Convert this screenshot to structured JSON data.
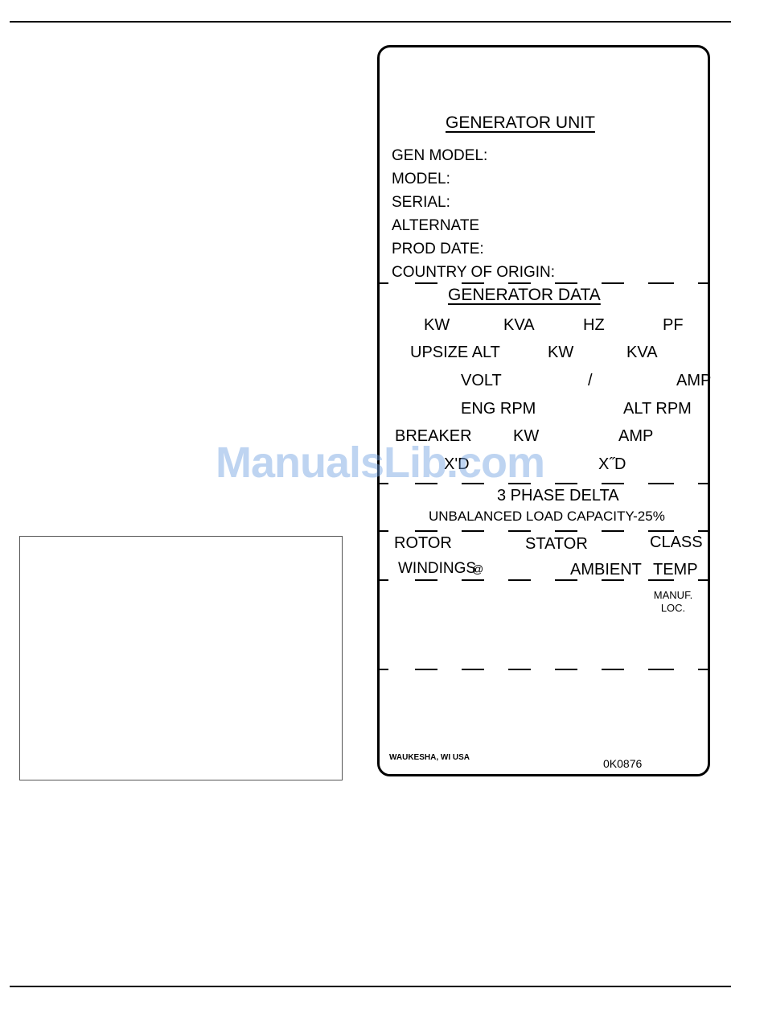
{
  "label": {
    "title": "GENERATOR UNIT",
    "fields": [
      "GEN MODEL:",
      "MODEL:",
      "SERIAL:",
      "ALTERNATE",
      "PROD DATE:",
      "COUNTRY OF ORIGIN:"
    ],
    "data_title": "GENERATOR DATA",
    "row1": {
      "kw": "KW",
      "kva": "KVA",
      "hz": "HZ",
      "pf": "PF"
    },
    "row2": {
      "upsize": "UPSIZE ALT",
      "kw": "KW",
      "kva": "KVA"
    },
    "row3": {
      "volt": "VOLT",
      "slash": "/",
      "amp": "AMP"
    },
    "row4": {
      "eng_rpm": "ENG RPM",
      "alt_rpm": "ALT RPM"
    },
    "row5": {
      "breaker": "BREAKER",
      "kw": "KW",
      "amp": "AMP"
    },
    "row6": {
      "xd_prime": "X'D",
      "xd_double": "X˝D"
    },
    "phase": "3 PHASE DELTA",
    "unbalanced": "UNBALANCED LOAD CAPACITY-25%",
    "row7": {
      "rotor": "ROTOR",
      "stator": "STATOR",
      "class": "CLASS"
    },
    "row8": {
      "windings": "WINDINGS",
      "at": "@",
      "ambient": "AMBIENT",
      "temp": "TEMP"
    },
    "manuf_loc": [
      "MANUF.",
      "LOC."
    ],
    "location": "WAUKESHA, WI USA",
    "part_no": "0K0876"
  },
  "watermark": "ManualsLib.com"
}
